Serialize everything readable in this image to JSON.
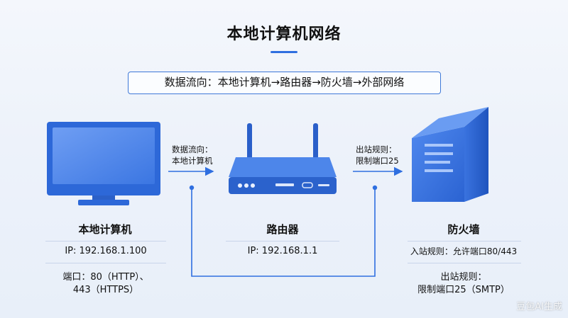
{
  "title": "本地计算机网络",
  "flow_banner": "数据流向：本地计算机→路由器→防火墙→外部网络",
  "edges": [
    {
      "line1": "数据流向：",
      "line2": "本地计算机"
    },
    {
      "line1": "出站规则：",
      "line2": "限制端口25"
    }
  ],
  "nodes": {
    "computer": {
      "name": "本地计算机",
      "ip": "IP: 192.168.1.100",
      "ports_line1": "端口：80（HTTP）、",
      "ports_line2": "443（HTTPS）"
    },
    "router": {
      "name": "路由器",
      "ip": "IP: 192.168.1.1"
    },
    "firewall": {
      "name": "防火墙",
      "inbound": "入站规则：允许端口80/443",
      "outbound_line1": "出站规则：",
      "outbound_line2": "限制端口25（SMTP）"
    }
  },
  "watermark": "豆包AI生成",
  "colors": {
    "accent": "#2f6fe0",
    "device_blue": "#2d68d8",
    "wire": "#2f6fe0"
  }
}
